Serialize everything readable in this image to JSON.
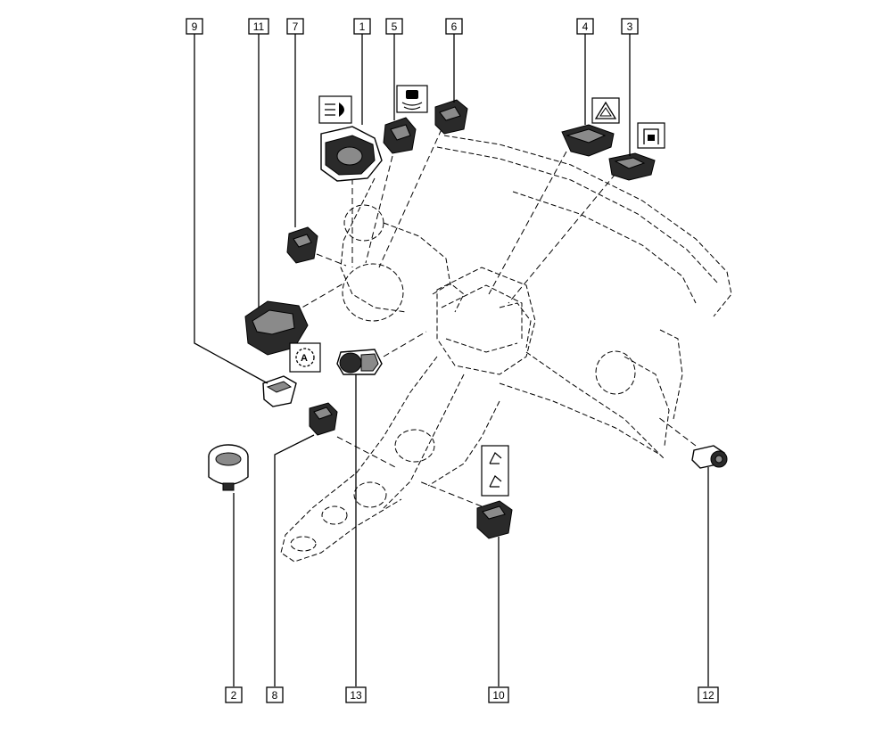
{
  "diagram": {
    "callouts": [
      {
        "id": "c9",
        "label": "9"
      },
      {
        "id": "c11",
        "label": "11"
      },
      {
        "id": "c7",
        "label": "7"
      },
      {
        "id": "c1",
        "label": "1"
      },
      {
        "id": "c5",
        "label": "5"
      },
      {
        "id": "c6",
        "label": "6"
      },
      {
        "id": "c4",
        "label": "4"
      },
      {
        "id": "c3",
        "label": "3"
      },
      {
        "id": "c2",
        "label": "2"
      },
      {
        "id": "c8",
        "label": "8"
      },
      {
        "id": "c13",
        "label": "13"
      },
      {
        "id": "c10",
        "label": "10"
      },
      {
        "id": "c12",
        "label": "12"
      }
    ],
    "symbols": [
      {
        "name": "headlamp-level-symbol",
        "part": "1"
      },
      {
        "name": "parking-sensor-symbol",
        "part": "5"
      },
      {
        "name": "hazard-warning-symbol",
        "part": "4"
      },
      {
        "name": "door-lock-symbol",
        "part": "3"
      },
      {
        "name": "auto-stop-symbol",
        "part": "11"
      },
      {
        "name": "seat-heating-symbols",
        "part": "10"
      }
    ],
    "colors": {
      "line": "#000000",
      "background": "#ffffff",
      "switch_body": "#2a2a2a"
    }
  }
}
